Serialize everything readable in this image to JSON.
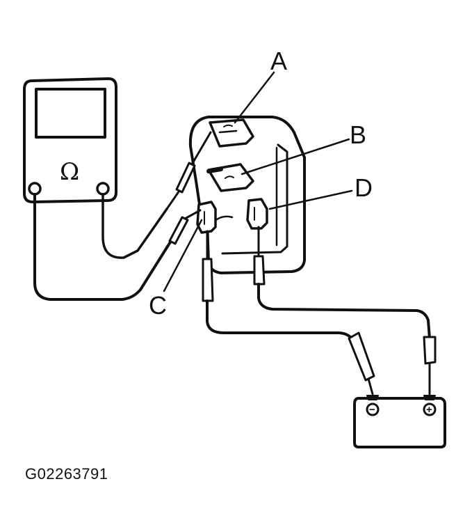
{
  "labels": {
    "a": "A",
    "b": "B",
    "c": "C",
    "d": "D"
  },
  "meter": {
    "symbol": "Ω"
  },
  "battery": {
    "negative_symbol": "−",
    "positive_symbol": "+"
  },
  "figure_code": "G02263791",
  "colors": {
    "ink": "#111111",
    "background": "#ffffff"
  }
}
